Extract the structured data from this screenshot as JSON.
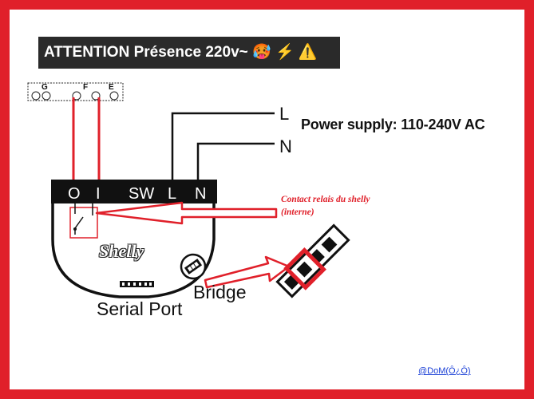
{
  "banner": {
    "text": "ATTENTION Présence 220v~",
    "emoji": "🥵 ⚡ ⚠️"
  },
  "supply": {
    "line": "L",
    "neutral": "N",
    "label": "Power supply: 110-240V AC"
  },
  "header_terminals": {
    "g": "G",
    "f": "F",
    "e": "E"
  },
  "terminals": {
    "o": "O",
    "i": "I",
    "sw": "SW",
    "l": "L",
    "n": "N"
  },
  "device": {
    "logo": "Shelly",
    "bridge": "Bridge",
    "serial_port": "Serial Port"
  },
  "annotation": {
    "relay_line1": "Contact relais du shelly",
    "relay_line2": "(interne)"
  },
  "signature": "@DoM(Ô¿Ô)",
  "colors": {
    "wire_red": "#e0202a",
    "frame": "#e0202a",
    "banner_bg": "#2a2a2a"
  }
}
